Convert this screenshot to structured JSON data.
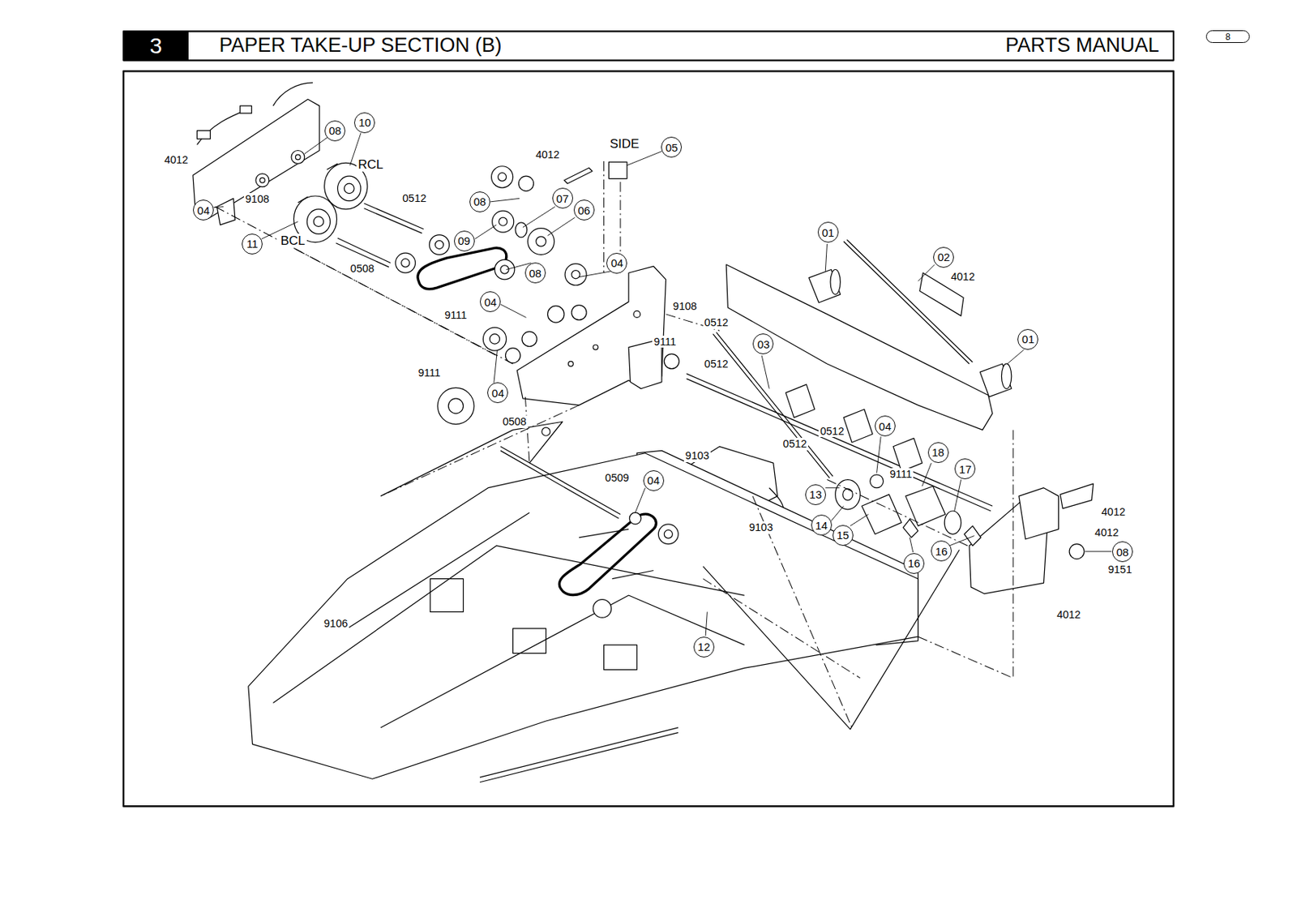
{
  "diagram": {
    "title": "PAPER TAKE-UP SECTION (B)",
    "nodes": [
      {
        "text": [
          "3"
        ]
      },
      {
        "text": [
          "8"
        ]
      },
      {
        "text": [
          "10"
        ]
      },
      {
        "text": [
          "08"
        ]
      },
      {
        "text": [
          "04"
        ]
      },
      {
        "text": [
          "11"
        ]
      },
      {
        "text": [
          "05"
        ]
      },
      {
        "text": [
          "08"
        ]
      },
      {
        "text": [
          "07"
        ]
      },
      {
        "text": [
          "06"
        ]
      },
      {
        "text": [
          "09"
        ]
      },
      {
        "text": [
          "08"
        ]
      },
      {
        "text": [
          "04"
        ]
      },
      {
        "text": [
          "04"
        ]
      },
      {
        "text": [
          "04"
        ]
      },
      {
        "text": [
          "01"
        ]
      },
      {
        "text": [
          "02"
        ]
      },
      {
        "text": [
          "01"
        ]
      },
      {
        "text": [
          "03"
        ]
      },
      {
        "text": [
          "04"
        ]
      },
      {
        "text": [
          "18"
        ]
      },
      {
        "text": [
          "17"
        ]
      },
      {
        "text": [
          "13"
        ]
      },
      {
        "text": [
          "14"
        ]
      },
      {
        "text": [
          "15"
        ]
      },
      {
        "text": [
          "16"
        ]
      },
      {
        "text": [
          "16"
        ]
      },
      {
        "text": [
          "08"
        ]
      },
      {
        "text": [
          "04"
        ]
      },
      {
        "text": [
          "12"
        ]
      }
    ],
    "labels": [
      "PARTS MANUAL",
      "4012",
      "9108",
      "RCL",
      "BCL",
      "0512",
      "0508",
      "4012",
      "SIDE",
      "9108",
      "9111",
      "9111",
      "0512",
      "0512",
      "9111",
      "0508",
      "4012",
      "0512",
      "0512",
      "9103",
      "9111",
      "9103",
      "0509",
      "9106",
      "4012",
      "4012",
      "9151",
      "4012"
    ]
  }
}
